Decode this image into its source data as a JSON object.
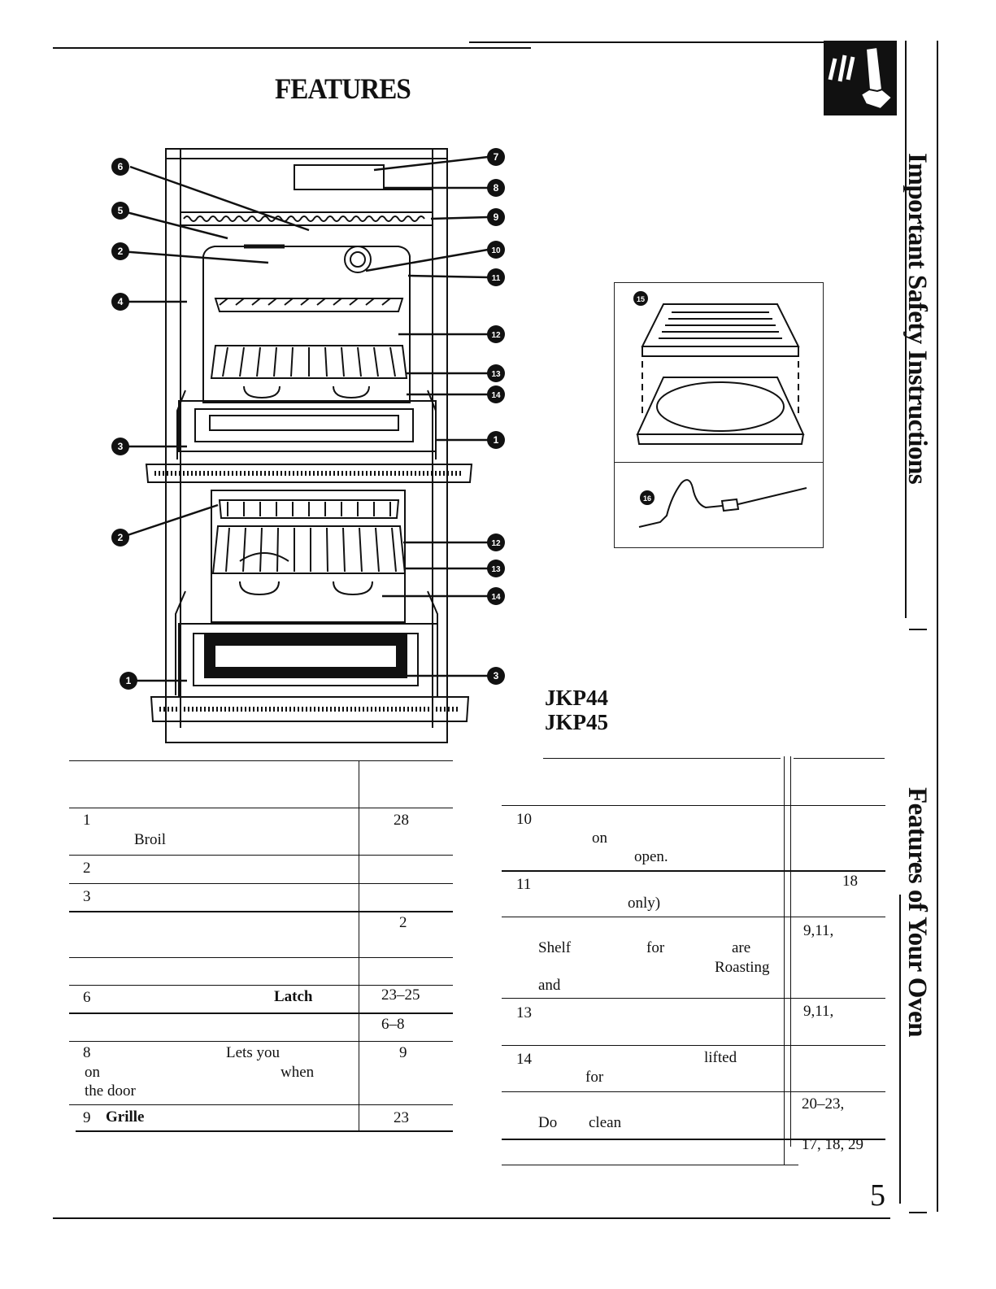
{
  "page": {
    "title": "FEATURES",
    "page_number": "5"
  },
  "side_tabs": {
    "safety": "Important Safety Instructions",
    "features": "Features of Your Oven"
  },
  "models": [
    "JKP44",
    "JKP45"
  ],
  "callouts": [
    "1",
    "2",
    "3",
    "4",
    "5",
    "6",
    "7",
    "8",
    "9",
    "10",
    "11",
    "12",
    "13",
    "14",
    "15",
    "16"
  ],
  "left_table": {
    "rows": [
      {
        "num": "1",
        "lines": [
          "",
          "Broil"
        ],
        "pages": "28"
      },
      {
        "num": "2",
        "lines": [
          ""
        ],
        "pages": ""
      },
      {
        "num": "3",
        "lines": [
          ""
        ],
        "pages": ""
      },
      {
        "num": "",
        "lines": [
          "",
          ""
        ],
        "pages": "2"
      },
      {
        "num": "",
        "lines": [
          ""
        ],
        "pages": ""
      },
      {
        "num": "6",
        "label_bold": "Latch",
        "pages": "23–25"
      },
      {
        "num": "",
        "lines": [
          ""
        ],
        "pages": "6–8"
      },
      {
        "num": "8",
        "lines": [
          "Lets you",
          "on",
          "when",
          "the door"
        ],
        "pages": "9"
      },
      {
        "num": "9",
        "label_bold": "Grille",
        "pages": "23"
      }
    ]
  },
  "right_table": {
    "rows": [
      {
        "num": "10",
        "lines": [
          "on",
          "open."
        ],
        "pages": ""
      },
      {
        "num": "11",
        "lines": [
          "only)"
        ],
        "pages": "18"
      },
      {
        "num": "",
        "lines": [
          "Shelf",
          "for",
          "are",
          "Roasting",
          "and"
        ],
        "pages": "9,11,"
      },
      {
        "num": "13",
        "lines": [
          ""
        ],
        "pages": "9,11,"
      },
      {
        "num": "14",
        "lines": [
          "lifted",
          "for"
        ],
        "pages": ""
      },
      {
        "num": "",
        "lines": [
          "Do",
          "clean"
        ],
        "pages": "20–23,"
      },
      {
        "num": "",
        "lines": [
          ""
        ],
        "pages": "17, 18, 29"
      }
    ]
  },
  "colors": {
    "ink": "#111111",
    "paper": "#ffffff",
    "callout_fill": "#111111"
  }
}
